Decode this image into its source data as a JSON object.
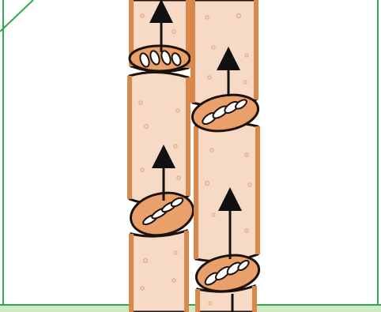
{
  "diagram": {
    "subject": "sieve-tube-elements",
    "colors": {
      "frame_green": "#2fa84f",
      "frame_light_green": "#cfe9c3",
      "tube_wall": "#d9874a",
      "tube_wall_outline": "#1c120b",
      "tube_fill": "#f7dac6",
      "sieve_plate_fill": "#e9a06a",
      "sieve_pore": "#ffffff",
      "arrow": "#111111",
      "particle": "#e8b08e"
    },
    "arrows": [
      {
        "tube": "left",
        "direction": "up"
      },
      {
        "tube": "left",
        "direction": "up"
      },
      {
        "tube": "right",
        "direction": "up"
      },
      {
        "tube": "right",
        "direction": "up"
      },
      {
        "tube": "right",
        "direction": "up"
      }
    ],
    "sieve_plates": [
      {
        "tube": "left"
      },
      {
        "tube": "left"
      },
      {
        "tube": "right"
      },
      {
        "tube": "right"
      }
    ]
  }
}
